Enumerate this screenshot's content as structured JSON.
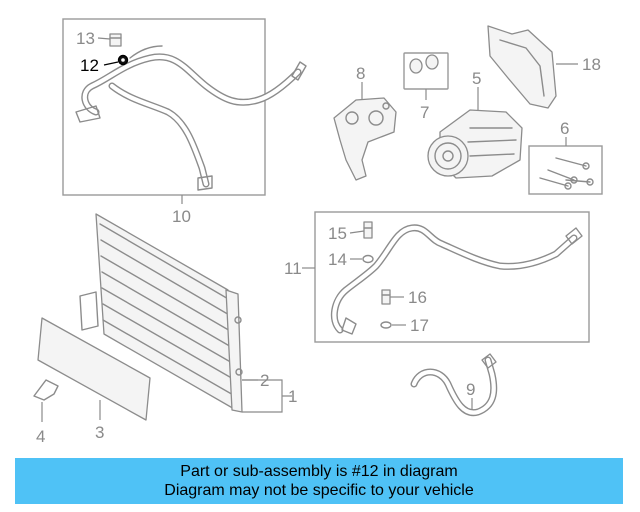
{
  "callouts": {
    "c1": "1",
    "c2": "2",
    "c3": "3",
    "c4": "4",
    "c5": "5",
    "c6": "6",
    "c7": "7",
    "c8": "8",
    "c9": "9",
    "c10": "10",
    "c11": "11",
    "c12": "12",
    "c13": "13",
    "c14": "14",
    "c15": "15",
    "c16": "16",
    "c17": "17",
    "c18": "18"
  },
  "highlighted_part": "12",
  "colors": {
    "banner": "#4fc2f6",
    "lines": "#8c8c8c",
    "highlight": "#000000"
  },
  "banner": {
    "line1": "Part or sub-assembly is #12 in diagram",
    "line2": "Diagram may not be specific to your vehicle"
  }
}
